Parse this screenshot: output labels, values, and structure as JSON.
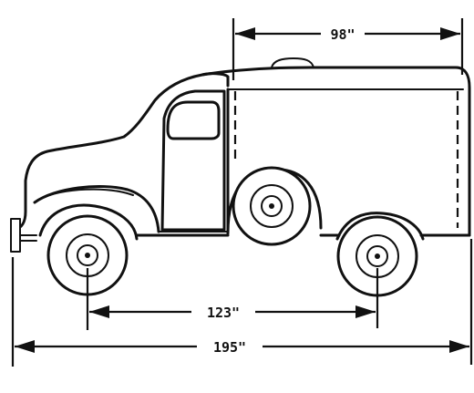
{
  "dimensions": {
    "body_length": "98\"",
    "wheelbase": "123\"",
    "overall_length": "195\""
  }
}
